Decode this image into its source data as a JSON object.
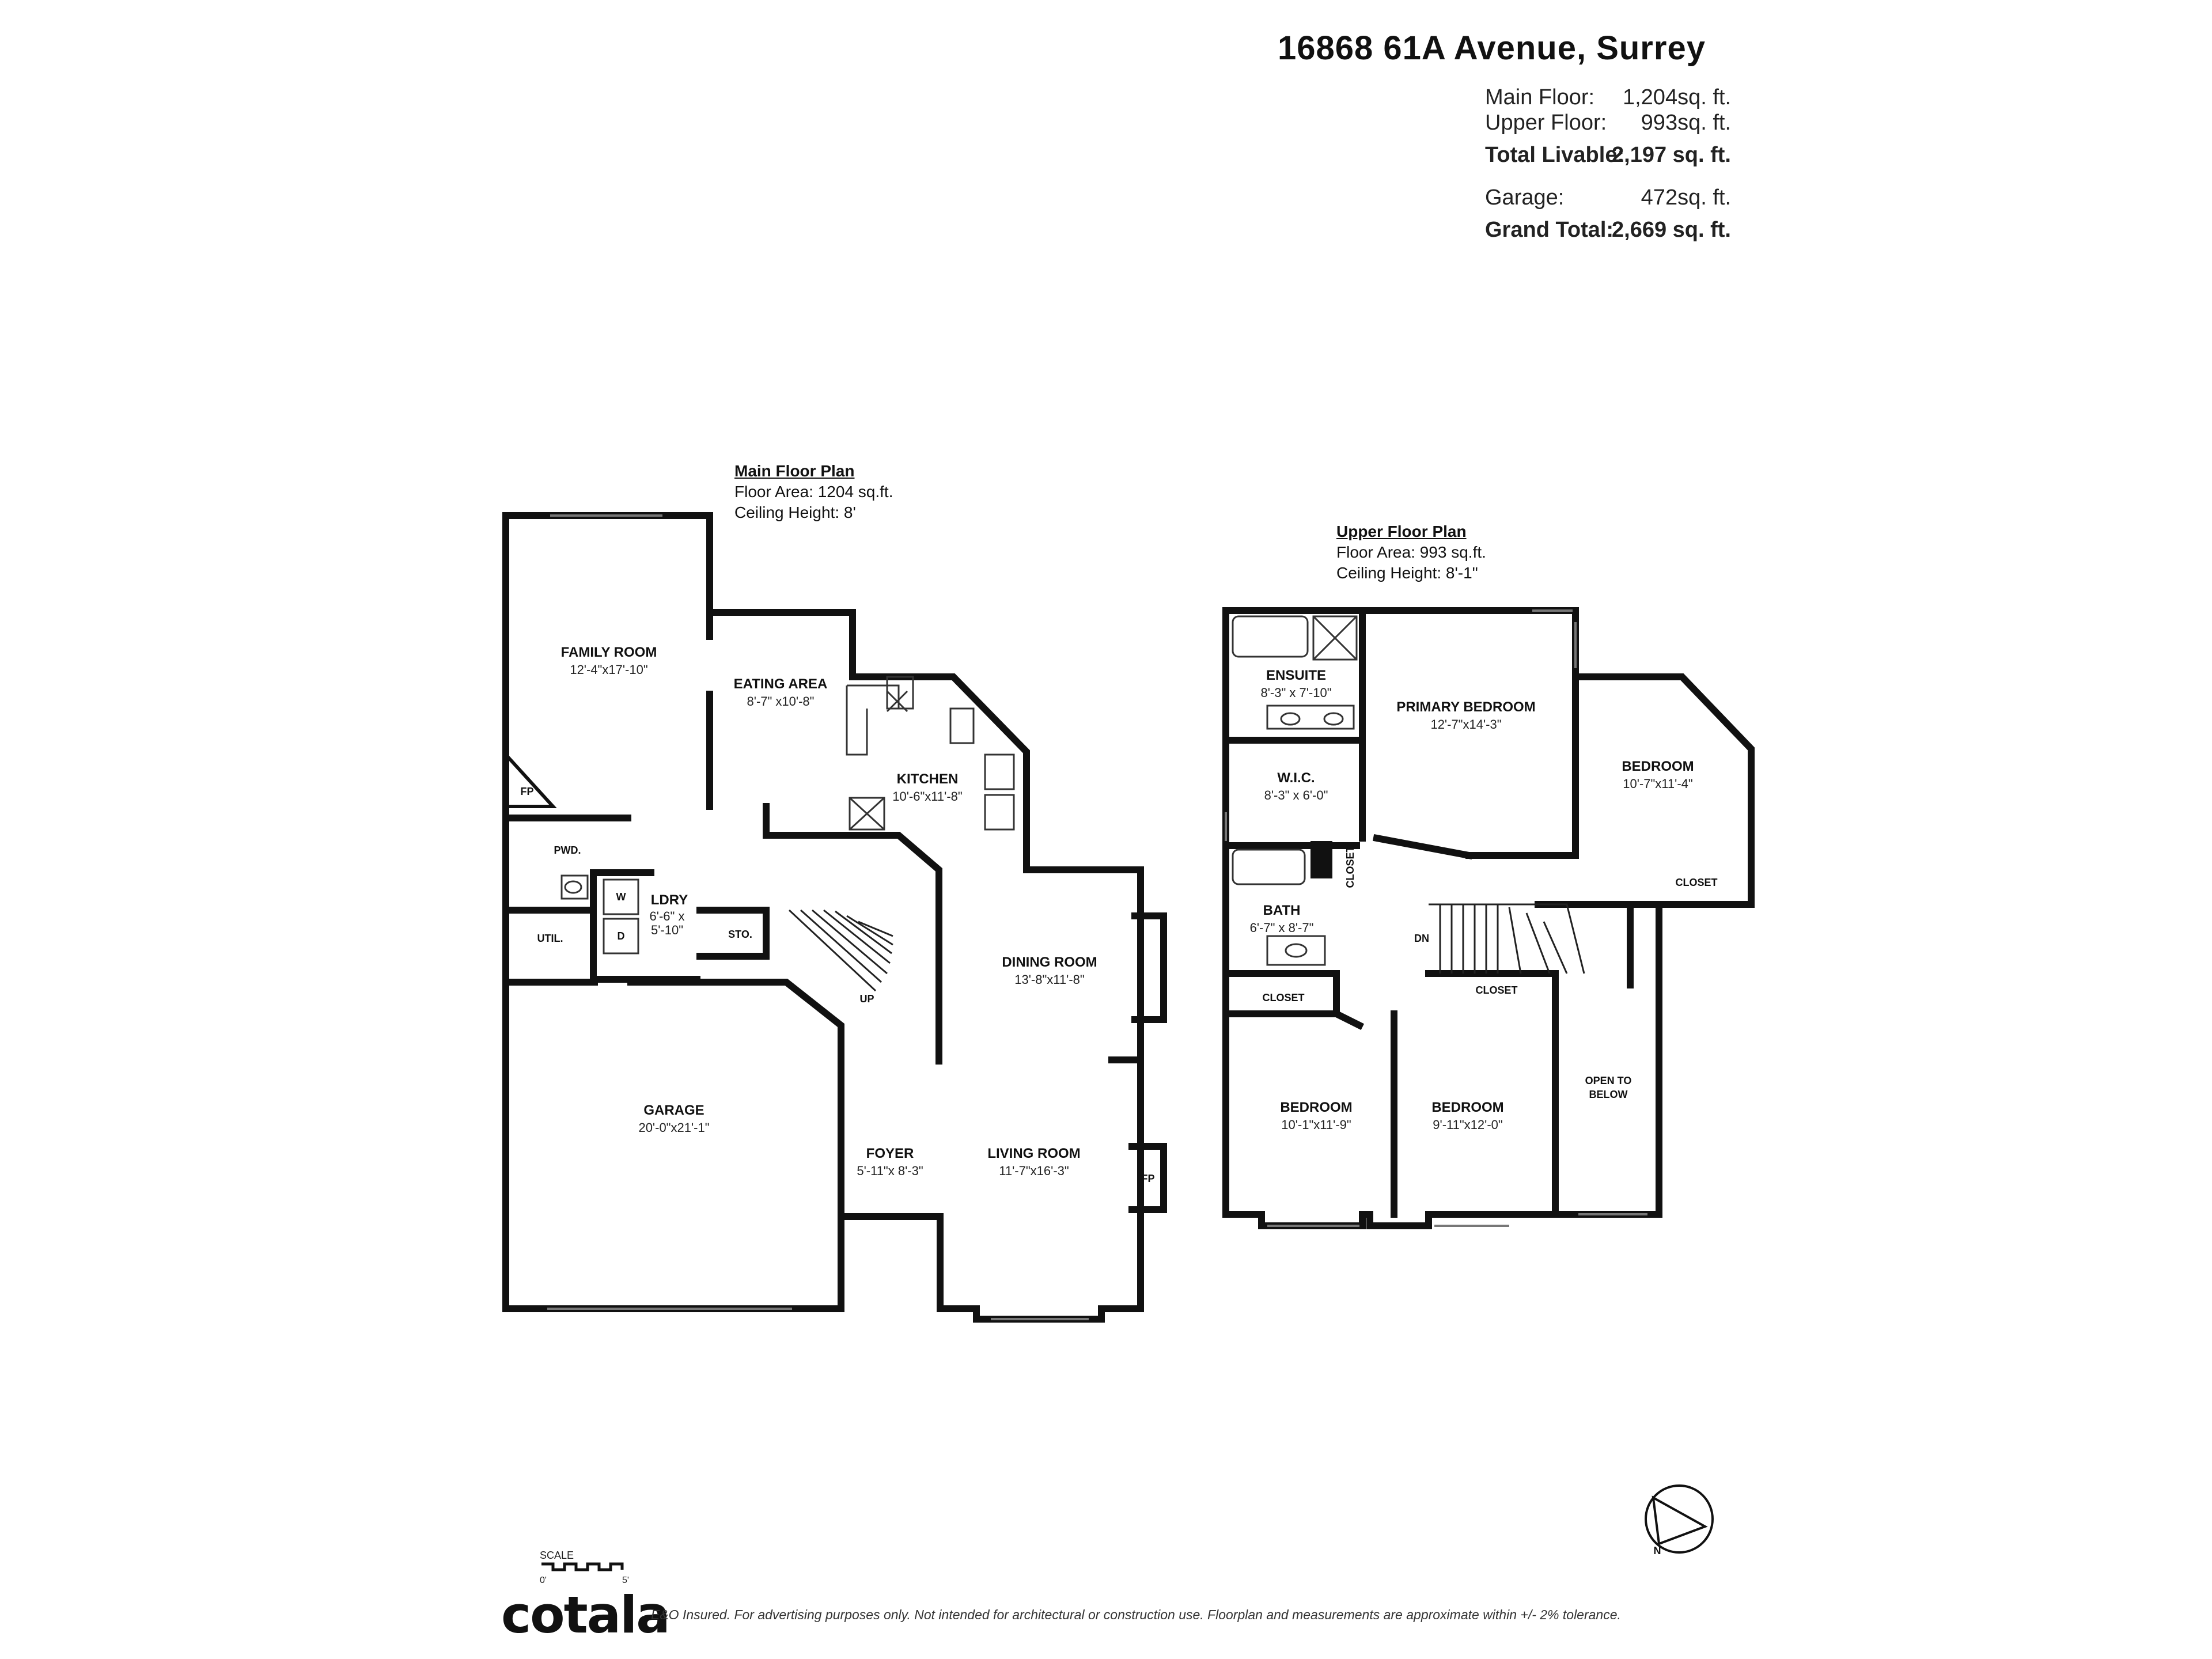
{
  "header": {
    "address": "16868 61A Avenue, Surrey",
    "rows": [
      {
        "label": "Main Floor:",
        "value": "1,204sq. ft.",
        "bold": false
      },
      {
        "label": "Upper Floor:",
        "value": "993sq. ft.",
        "bold": false
      },
      {
        "label": "Total Livable:",
        "value": "2,197 sq. ft.",
        "bold": true
      },
      {
        "label": "Garage:",
        "value": "472sq. ft.",
        "bold": false
      },
      {
        "label": "Grand Total:",
        "value": "2,669 sq. ft.",
        "bold": true
      }
    ]
  },
  "main_plan": {
    "title": "Main Floor Plan",
    "area": "Floor Area: 1204 sq.ft.",
    "ceiling": "Ceiling Height: 8'",
    "rooms": {
      "family": {
        "name": "FAMILY ROOM",
        "dims": "12'-4\"x17'-10\""
      },
      "eating": {
        "name": "EATING AREA",
        "dims": "8'-7\" x10'-8\""
      },
      "kitchen": {
        "name": "KITCHEN",
        "dims": "10'-6\"x11'-8\""
      },
      "pwd": {
        "name": "PWD."
      },
      "util": {
        "name": "UTIL."
      },
      "ldry": {
        "name": "LDRY",
        "dims1": "6'-6\" x",
        "dims2": "5'-10\""
      },
      "sto": {
        "name": "STO."
      },
      "dining": {
        "name": "DINING ROOM",
        "dims": "13'-8\"x11'-8\""
      },
      "living": {
        "name": "LIVING ROOM",
        "dims": "11'-7\"x16'-3\""
      },
      "foyer": {
        "name": "FOYER",
        "dims": "5'-11\"x 8'-3\""
      },
      "garage": {
        "name": "GARAGE",
        "dims": "20'-0\"x21'-1\""
      }
    },
    "labels": {
      "fp1": "FP",
      "fp2": "FP",
      "washer": "W",
      "dryer": "D",
      "up": "UP"
    }
  },
  "upper_plan": {
    "title": "Upper Floor Plan",
    "area": "Floor Area: 993 sq.ft.",
    "ceiling": "Ceiling Height: 8'-1\"",
    "rooms": {
      "ensuite": {
        "name": "ENSUITE",
        "dims": "8'-3\" x 7'-10\""
      },
      "primary": {
        "name": "PRIMARY BEDROOM",
        "dims": "12'-7\"x14'-3\""
      },
      "wic": {
        "name": "W.I.C.",
        "dims": "8'-3\" x 6'-0\""
      },
      "bedroom_r": {
        "name": "BEDROOM",
        "dims": "10'-7\"x11'-4\""
      },
      "bath": {
        "name": "BATH",
        "dims": "6'-7\" x 8'-7\""
      },
      "bedroom_l": {
        "name": "BEDROOM",
        "dims": "10'-1\"x11'-9\""
      },
      "bedroom_m": {
        "name": "BEDROOM",
        "dims": "9'-11\"x12'-0\""
      },
      "open": {
        "line1": "OPEN TO",
        "line2": "BELOW"
      }
    },
    "labels": {
      "closet_v": "CLOSET",
      "closet_r": "CLOSET",
      "closet_l": "CLOSET",
      "closet_m": "CLOSET",
      "dn": "DN"
    }
  },
  "footer": {
    "scale": "SCALE",
    "scale_0": "0'",
    "scale_5": "5'",
    "compass": "N",
    "logo": "cotala",
    "disclaimer": "E&O Insured. For advertising purposes only. Not intended for architectural or construction use. Floorplan and measurements are approximate within +/- 2% tolerance."
  }
}
